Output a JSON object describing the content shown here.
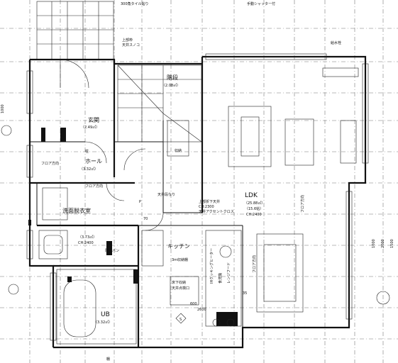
{
  "sheet": {
    "top_notes": [
      "300角タイル貼り",
      "手動シャッター付"
    ],
    "right_dims": [
      "1000",
      "2000",
      "1500"
    ],
    "left_dims": [
      "1000"
    ]
  },
  "rooms": [
    {
      "key": "entrance",
      "name": "玄関",
      "area": "（2.49㎡）"
    },
    {
      "key": "hall",
      "name": "ホール",
      "area": "（3.32㎡）"
    },
    {
      "key": "stairs",
      "name": "階段",
      "area": "（2.08㎡）"
    },
    {
      "key": "ldk",
      "name": "LDK",
      "area": "（25.88㎡）",
      "tatami": "（15.6帖）",
      "ch": "CH:2400"
    },
    {
      "key": "kitchen",
      "name": "キッチン"
    },
    {
      "key": "washroom",
      "name": "洗面脱衣室",
      "area": "（3.73㎡）",
      "ch": "CH:2400"
    },
    {
      "key": "ub",
      "name": "UB",
      "area": "（3.32㎡）"
    }
  ],
  "annotations": {
    "upper_frame": "上部枠",
    "tenjo_suno": "天井スノコ",
    "flooring_dir": [
      "フロア方向",
      "フロア方向",
      "フロア方向",
      "フロア方向"
    ],
    "down_ceiling": [
      "上部折下天井",
      "CH:2300",
      "天井アクセントクロス"
    ],
    "no_ceiling_under_stair": "天井段なり",
    "storage_note": "3m収納棚",
    "storage_item": "収納",
    "waterproof_pan": "防水パン",
    "floor_storage": "床下収納",
    "tenjo_point": "天井点検口",
    "dims": [
      "600",
      "2600",
      "35",
      "70"
    ],
    "ih_notes": [
      "IHクッキングヒーター",
      "食洗機",
      "レンジフード"
    ],
    "water_heater": "給水栓",
    "shelf": "棚",
    "post_label": "柱",
    "south_labels": [
      "P",
      "S"
    ]
  }
}
